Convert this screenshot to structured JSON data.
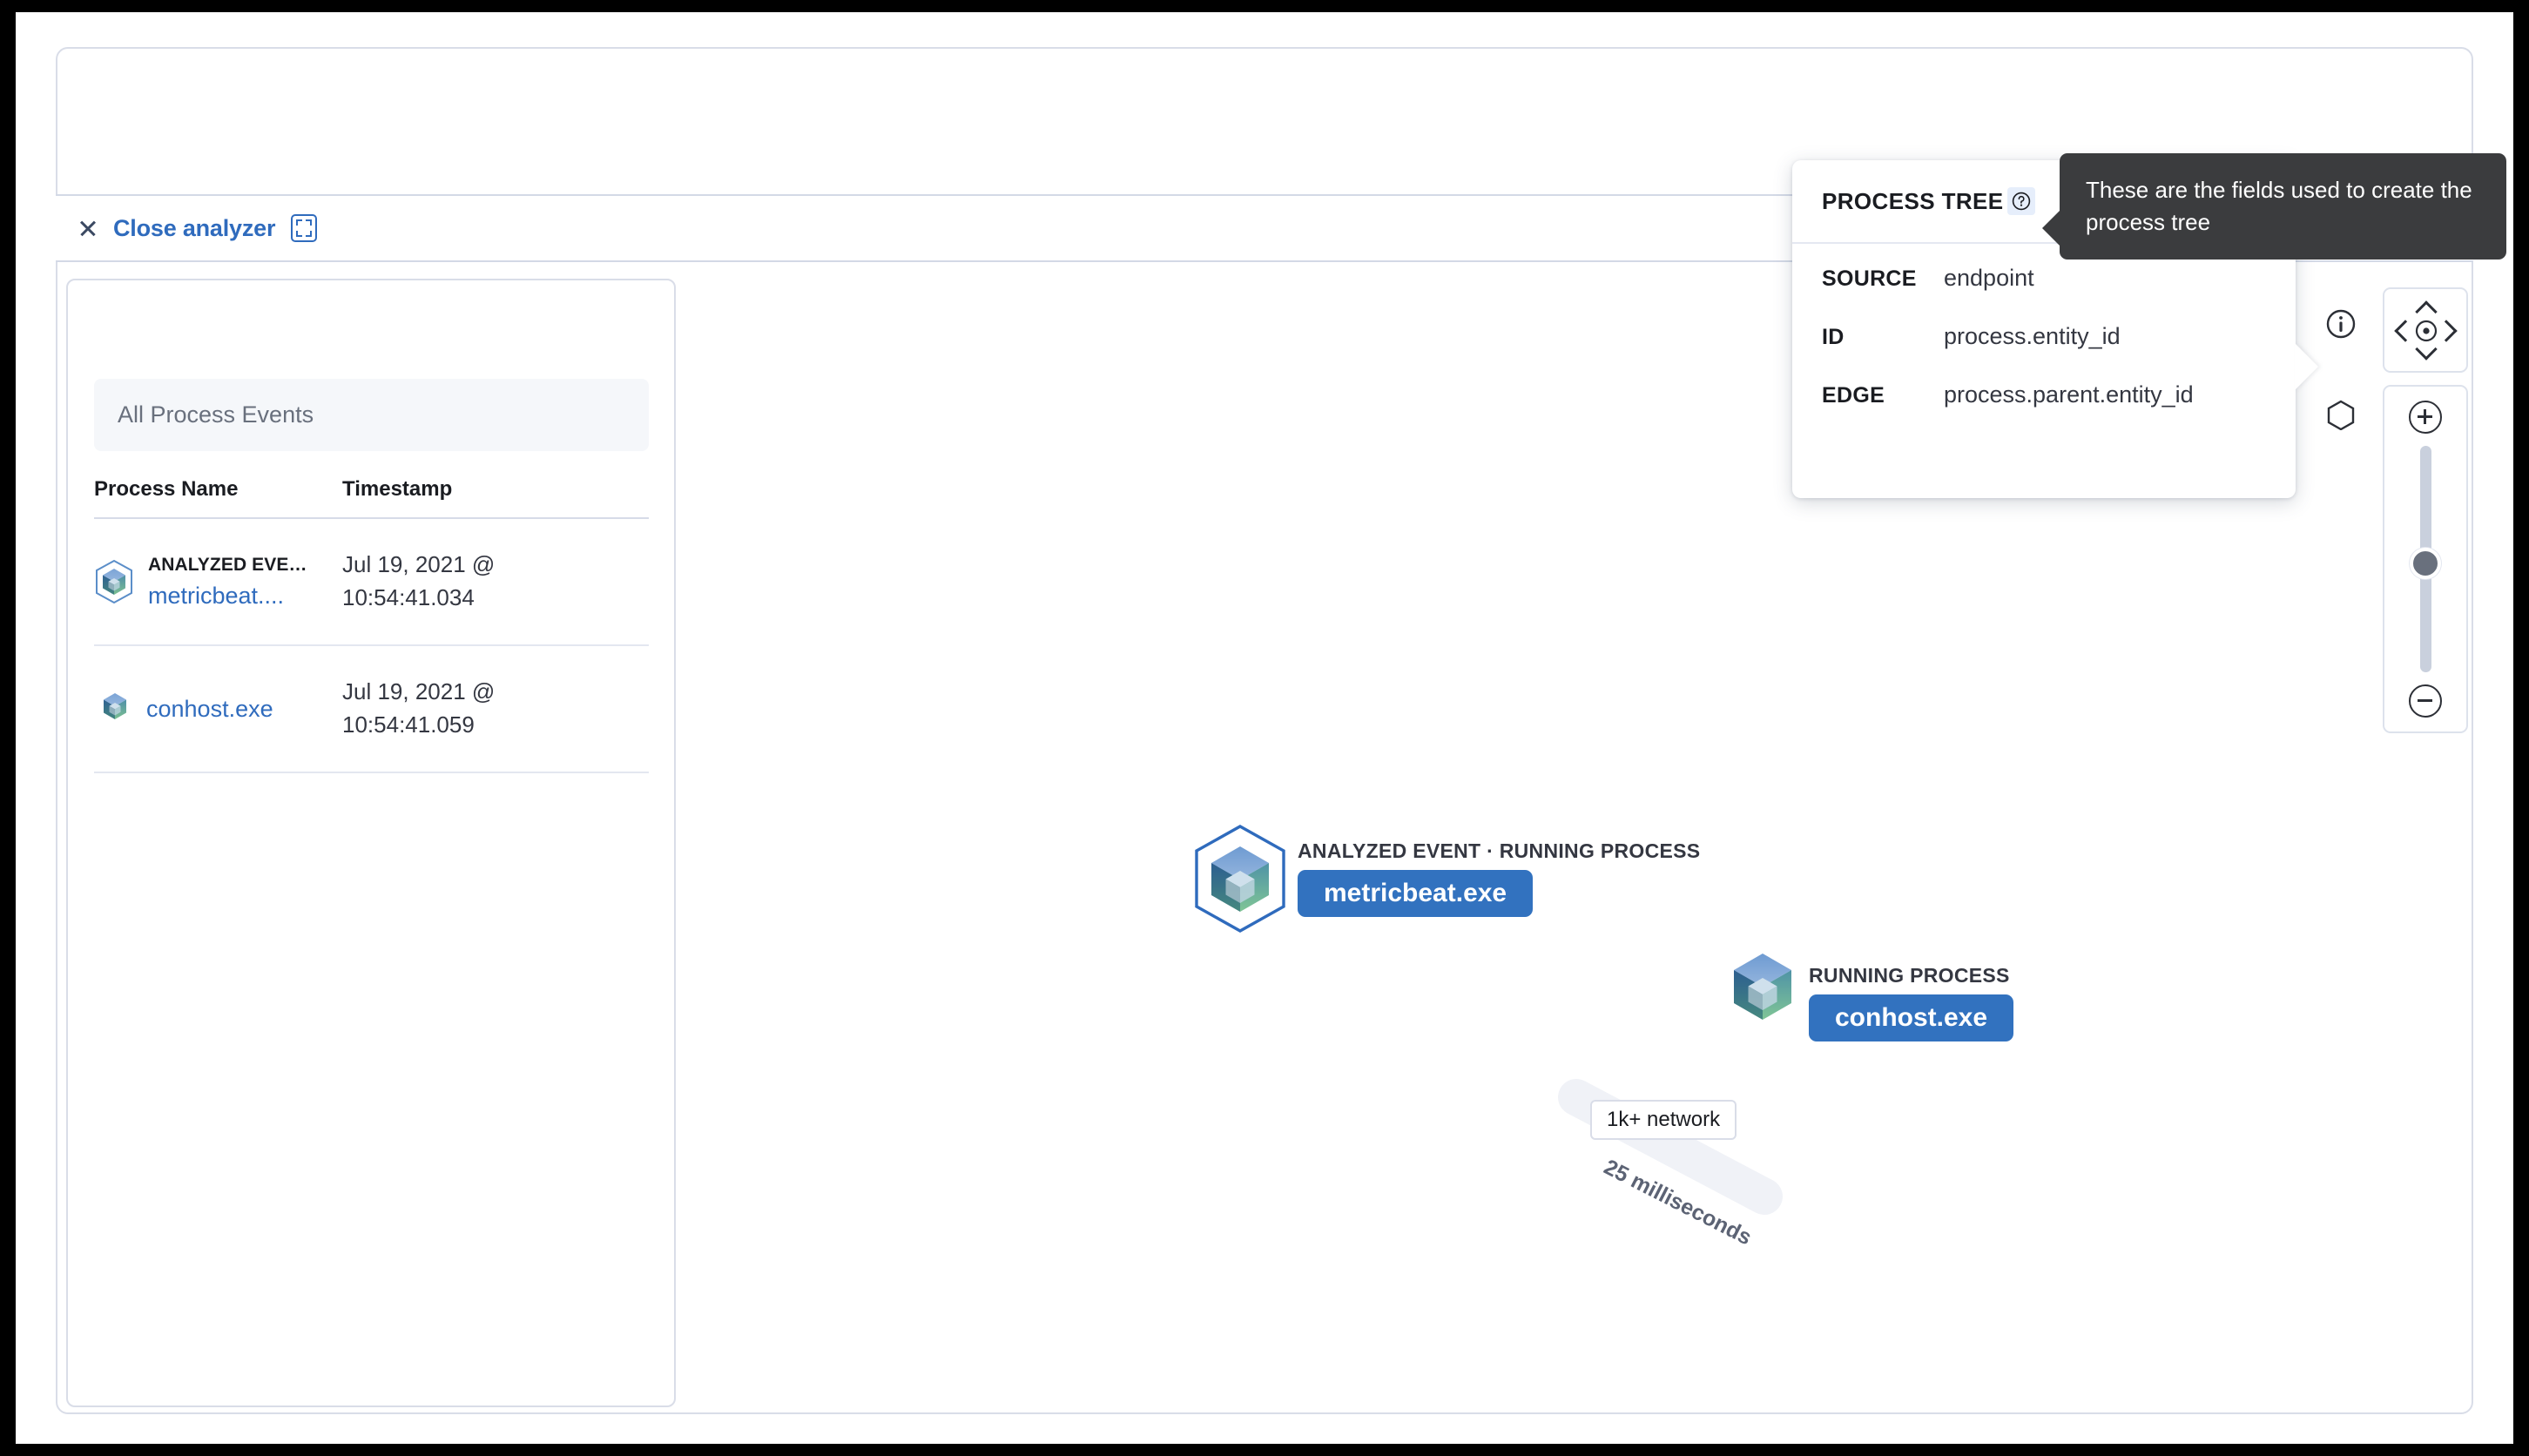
{
  "toolbar": {
    "close_label": "Close analyzer",
    "close_icon": "close-x-icon",
    "fullscreen_icon": "fullscreen-icon"
  },
  "events_panel": {
    "filter_label": "All Process Events",
    "columns": {
      "name": "Process Name",
      "timestamp": "Timestamp"
    },
    "rows": [
      {
        "kicker": "ANALYZED EVE…",
        "name": "metricbeat....",
        "timestamp": "Jul 19, 2021 @ 10:54:41.034",
        "icon": "cube-analyzed-icon"
      },
      {
        "kicker": "",
        "name": "conhost.exe",
        "timestamp": "Jul 19, 2021 @ 10:54:41.059",
        "icon": "cube-icon"
      }
    ]
  },
  "graph": {
    "nodes": [
      {
        "kicker": "ANALYZED EVENT · RUNNING PROCESS",
        "label": "metricbeat.exe"
      },
      {
        "kicker": "RUNNING PROCESS",
        "label": "conhost.exe"
      }
    ],
    "network_badge": "1k+ network",
    "edge_label": "25 milliseconds"
  },
  "process_tree_popup": {
    "title": "PROCESS TREE",
    "help_icon": "question-mark-icon",
    "rows": [
      {
        "key": "SOURCE",
        "value": "endpoint"
      },
      {
        "key": "ID",
        "value": "process.entity_id"
      },
      {
        "key": "EDGE",
        "value": "process.parent.entity_id"
      }
    ]
  },
  "tooltip": {
    "text": "These are the fields used to create the process tree"
  },
  "side_icons": [
    {
      "name": "info-icon"
    },
    {
      "name": "hexagon-icon"
    }
  ],
  "controls": {
    "pan": {
      "up": "pan-up",
      "down": "pan-down",
      "left": "pan-left",
      "right": "pan-right",
      "center": "center-target-icon"
    },
    "zoom": {
      "in": "zoom-in-icon",
      "out": "zoom-out-icon",
      "slider": "zoom-slider"
    }
  },
  "colors": {
    "accent_blue": "#2f6bbd",
    "pill_blue": "#3272bf",
    "tooltip_dark": "#3b3c3e",
    "border": "#d9dde8",
    "filter_bg": "#f5f7fa"
  }
}
